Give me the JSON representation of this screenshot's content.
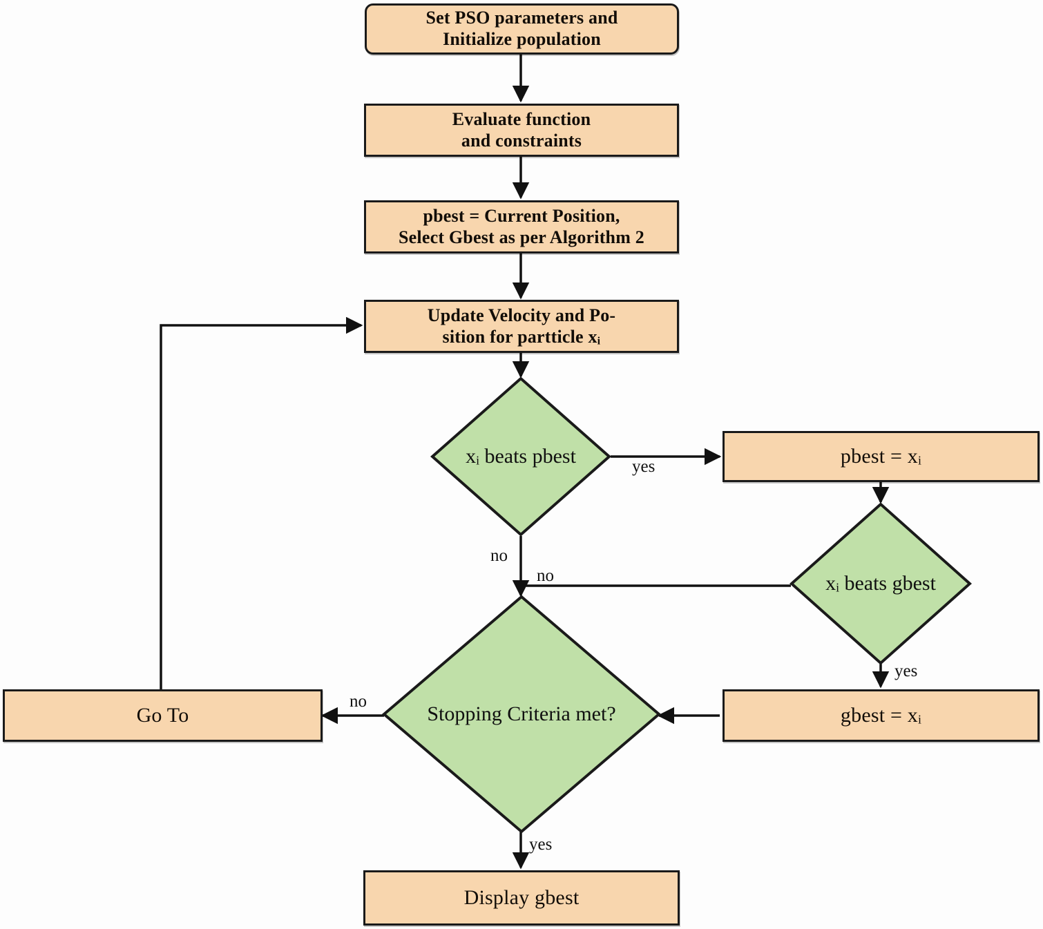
{
  "diagram": {
    "title": "PSO algorithm flowchart",
    "colors": {
      "process_fill": "#f8d6ae",
      "decision_fill": "#c0e0a8",
      "stroke": "#1a1a1a",
      "text": "#120d08",
      "background": "#fdfdfd"
    },
    "nodes": [
      {
        "id": "start",
        "type": "process-rounded",
        "text_line1": "Set PSO parameters and",
        "text_line2": "Initialize population"
      },
      {
        "id": "evaluate",
        "type": "process",
        "text_line1": "Evaluate function",
        "text_line2": "and constraints"
      },
      {
        "id": "init-best",
        "type": "process",
        "text_line1": "pbest = Current Position,",
        "text_line2": "Select Gbest as per Algorithm 2"
      },
      {
        "id": "update",
        "type": "process",
        "text_line1": "Update Velocity and Po-",
        "text_line2": "sition for partticle xᵢ"
      },
      {
        "id": "beats-pbest",
        "type": "decision",
        "text": "xᵢ beats pbest"
      },
      {
        "id": "set-pbest",
        "type": "process",
        "text": "pbest = xᵢ"
      },
      {
        "id": "beats-gbest",
        "type": "decision",
        "text": "xᵢ beats gbest"
      },
      {
        "id": "set-gbest",
        "type": "process",
        "text": "gbest = xᵢ"
      },
      {
        "id": "stopping",
        "type": "decision",
        "text": "Stopping Criteria met?"
      },
      {
        "id": "goto",
        "type": "process",
        "text": "Go To"
      },
      {
        "id": "display",
        "type": "process",
        "text": "Display gbest"
      }
    ],
    "edge_labels": {
      "pbest_yes": "yes",
      "pbest_no": "no",
      "gbest_no": "no",
      "gbest_yes": "yes",
      "stopping_no": "no",
      "stopping_yes": "yes"
    }
  }
}
